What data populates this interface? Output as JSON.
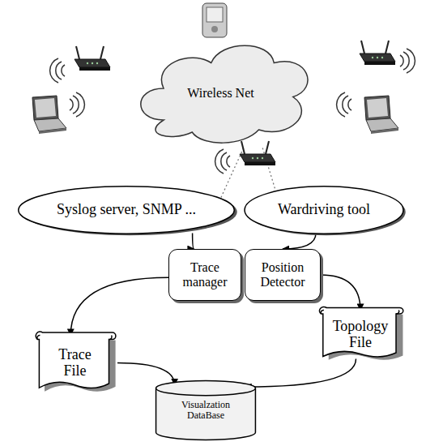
{
  "diagram": {
    "nodes": [
      {
        "text": [
          "Wireless Net"
        ]
      },
      {
        "text": [
          "Syslog server, SNMP ..."
        ]
      },
      {
        "text": [
          "Wardriving tool"
        ]
      },
      {
        "text": [
          "Trace manager"
        ]
      },
      {
        "text": [
          "Position Detector"
        ]
      },
      {
        "text": [
          "Trace File"
        ]
      },
      {
        "text": [
          "Topology File"
        ]
      },
      {
        "text": [
          "Visualzation DataBase"
        ]
      }
    ],
    "edges": [
      {
        "from": 0,
        "to": 1,
        "arrow": "none"
      },
      {
        "from": 0,
        "to": 2,
        "arrow": "none"
      },
      {
        "from": 1,
        "to": 3,
        "arrow": "to"
      },
      {
        "from": 2,
        "to": 4,
        "arrow": "to"
      },
      {
        "from": 3,
        "to": 5,
        "arrow": "to"
      },
      {
        "from": 4,
        "to": 6,
        "arrow": "to"
      },
      {
        "from": 5,
        "to": 7,
        "arrow": "to"
      },
      {
        "from": 6,
        "to": 7,
        "arrow": "to"
      }
    ]
  }
}
